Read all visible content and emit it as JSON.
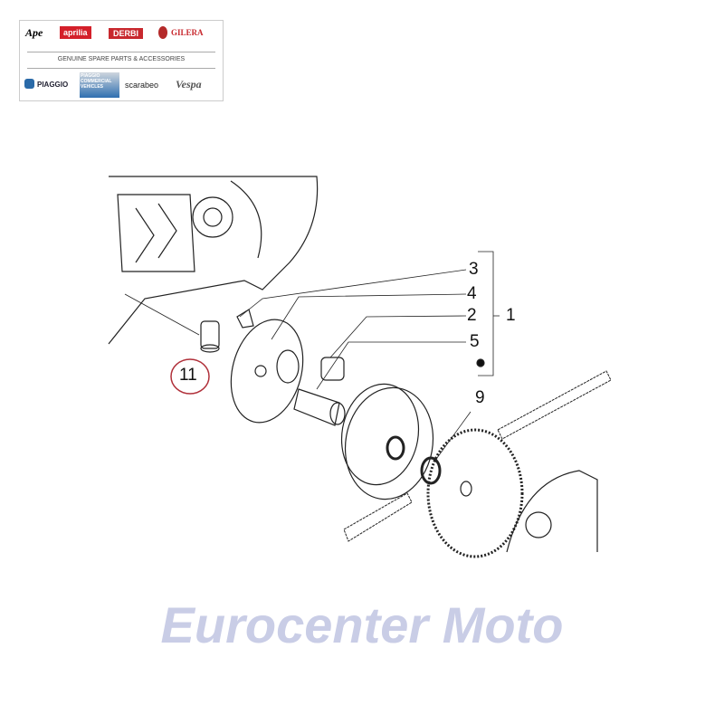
{
  "logos": {
    "brands_top": [
      "Ape",
      "aprilia",
      "DERBI",
      "GILERA"
    ],
    "tagline": "GENUINE SPARE PARTS & ACCESSORIES",
    "brands_bottom": [
      "PIAGGIO",
      "PIAGGIO COMMERCIAL VEHICLES",
      "scarabeo",
      "Vespa"
    ]
  },
  "watermark": "Eurocenter Moto",
  "callouts": {
    "c1": "1",
    "c2": "2",
    "c3": "3",
    "c4": "4",
    "c5": "5",
    "c9": "9",
    "c11": "11"
  },
  "colors": {
    "highlight_circle": "#b0303a",
    "watermark": "#c9cde6"
  }
}
